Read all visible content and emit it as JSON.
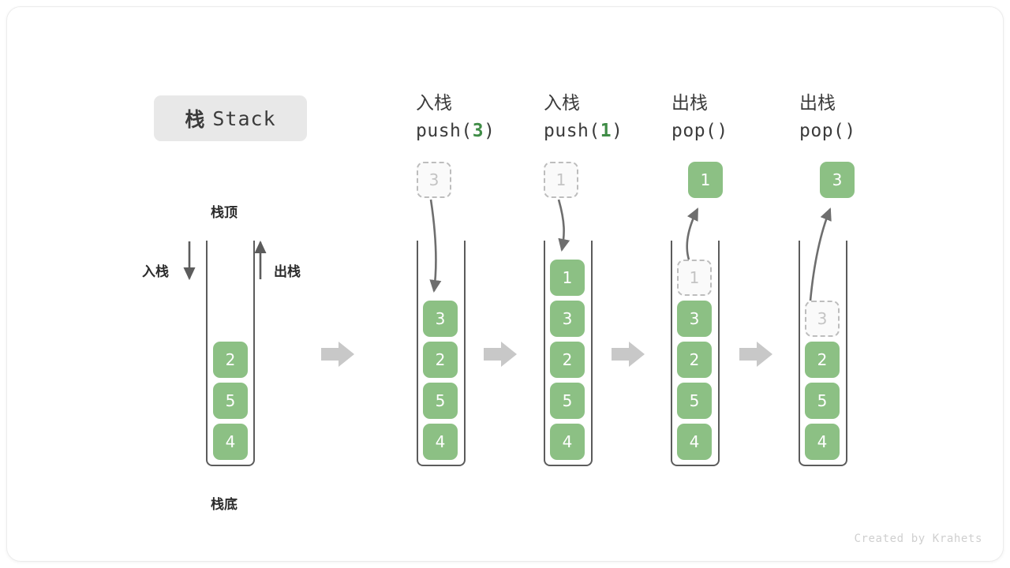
{
  "title": {
    "cn": "栈",
    "en": "Stack"
  },
  "labels": {
    "top": "栈顶",
    "bottom": "栈底",
    "push": "入栈",
    "pop": "出栈"
  },
  "credit": "Created by Krahets",
  "colors": {
    "cell_fill": "#8cc084",
    "cell_text": "#ffffff",
    "ghost_border": "#bdbdbd",
    "ghost_text": "#c4c4c4",
    "accent_green": "#3f8c46",
    "arrow_gray": "#6e6e6e",
    "flow_arrow": "#c8c8c8",
    "badge_bg": "#e8e8e8",
    "stack_border": "#5c5c5c"
  },
  "initial_stack": {
    "name": "initial",
    "items": [
      "2",
      "5",
      "4"
    ]
  },
  "steps": [
    {
      "id": "push-3",
      "header_line1": "入栈",
      "header_prefix": "push(",
      "header_arg": "3",
      "header_suffix": ")",
      "incoming": {
        "value": "3",
        "state": "ghost"
      },
      "items": [
        "3",
        "2",
        "5",
        "4"
      ],
      "ghost_index": -1
    },
    {
      "id": "push-1",
      "header_line1": "入栈",
      "header_prefix": "push(",
      "header_arg": "1",
      "header_suffix": ")",
      "incoming": {
        "value": "1",
        "state": "ghost"
      },
      "items": [
        "1",
        "3",
        "2",
        "5",
        "4"
      ],
      "ghost_index": -1
    },
    {
      "id": "pop-1",
      "header_line1": "出栈",
      "header_prefix": "pop(",
      "header_arg": "",
      "header_suffix": ")",
      "outgoing": {
        "value": "1",
        "state": "filled"
      },
      "items": [
        "1",
        "3",
        "2",
        "5",
        "4"
      ],
      "ghost_index": 0
    },
    {
      "id": "pop-3",
      "header_line1": "出栈",
      "header_prefix": "pop(",
      "header_arg": "",
      "header_suffix": ")",
      "outgoing": {
        "value": "3",
        "state": "filled"
      },
      "items": [
        "3",
        "2",
        "5",
        "4"
      ],
      "ghost_index": 0
    }
  ],
  "flow_arrows": 4
}
